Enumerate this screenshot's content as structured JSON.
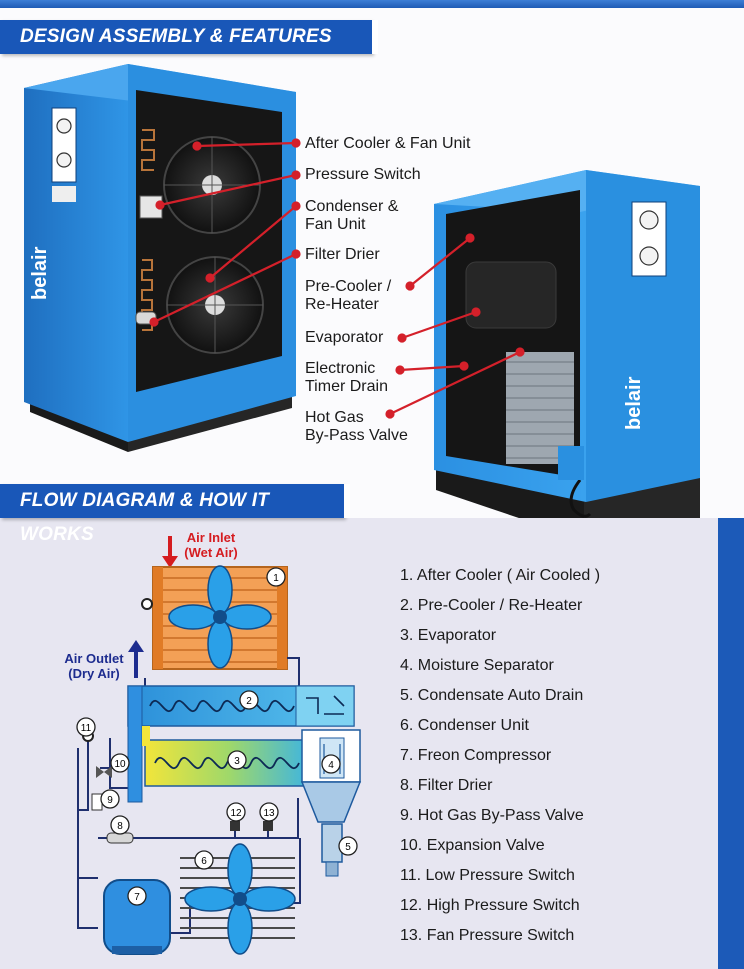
{
  "header": {
    "design_title": "DESIGN ASSEMBLY & FEATURES",
    "flow_title": "FLOW DIAGRAM & HOW IT WORKS"
  },
  "brand": {
    "logo_text": "belair"
  },
  "features": {
    "after_cooler": "After Cooler & Fan Unit",
    "pressure_switch": "Pressure Switch",
    "condenser": "Condenser &\nFan Unit",
    "filter_drier": "Filter Drier",
    "pre_cooler": "Pre-Cooler /\nRe-Heater",
    "evaporator": "Evaporator",
    "timer_drain": "Electronic\nTimer Drain",
    "bypass_valve": "Hot Gas\nBy-Pass Valve"
  },
  "flow": {
    "air_inlet": "Air Inlet\n(Wet Air)",
    "air_outlet": "Air Outlet\n(Dry Air)",
    "markers": [
      "1",
      "2",
      "3",
      "4",
      "5",
      "6",
      "7",
      "8",
      "9",
      "10",
      "11",
      "12",
      "13"
    ]
  },
  "legend": [
    "1. After Cooler ( Air Cooled )",
    "2. Pre-Cooler / Re-Heater",
    "3. Evaporator",
    "4. Moisture Separator",
    "5. Condensate Auto Drain",
    "6. Condenser Unit",
    "7. Freon Compressor",
    "8. Filter Drier",
    "9. Hot Gas By-Pass Valve",
    "10. Expansion Valve",
    "11. Low Pressure Switch",
    "12. High Pressure Switch",
    "13. Fan Pressure Switch"
  ],
  "colors": {
    "banner_blue": "#1957b8",
    "cabinet_blue": "#2a8ee0",
    "callout_red": "#d4202a",
    "inlet_red": "#d51c20",
    "outlet_navy": "#1d2c8f",
    "panel_lavender": "#e7e6f1"
  }
}
